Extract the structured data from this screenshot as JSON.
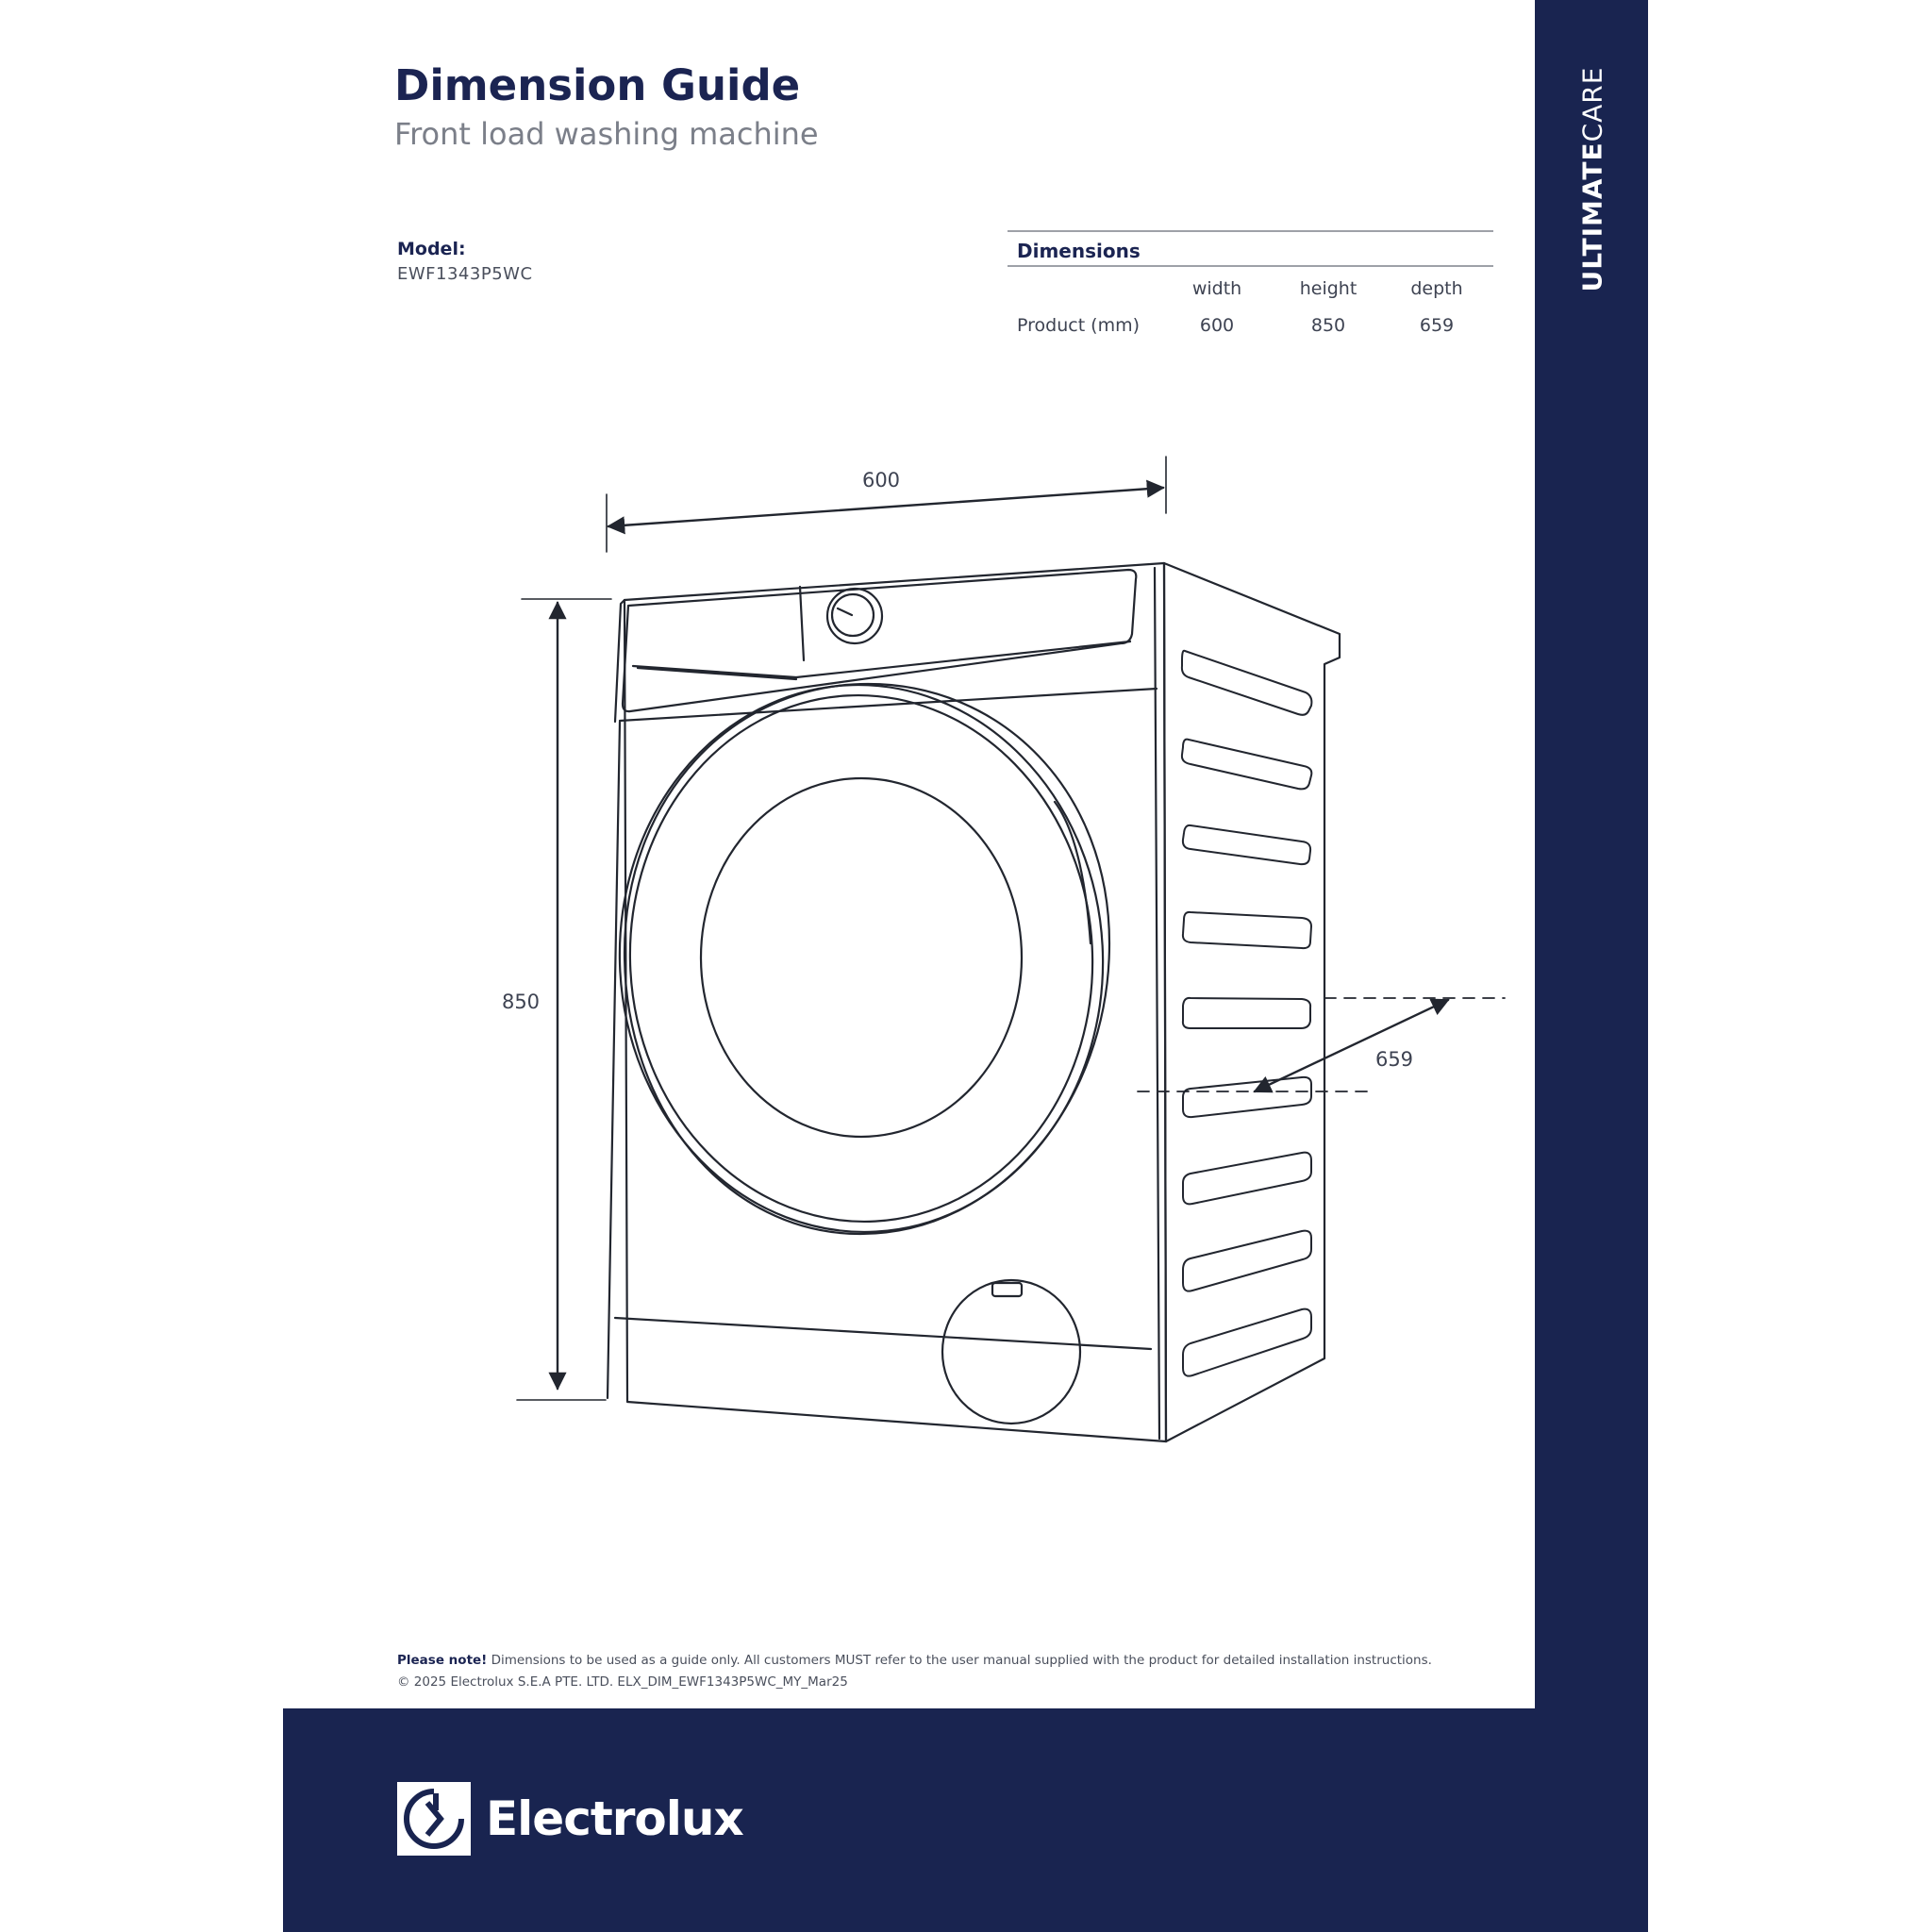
{
  "header": {
    "title": "Dimension Guide",
    "subtitle": "Front load washing machine"
  },
  "model": {
    "label": "Model:",
    "value": "EWF1343P5WC"
  },
  "dimensions_table": {
    "title": "Dimensions",
    "columns": [
      "width",
      "height",
      "depth"
    ],
    "rows": [
      {
        "label": "Product (mm)",
        "values": [
          "600",
          "850",
          "659"
        ]
      }
    ]
  },
  "drawing": {
    "width_label": "600",
    "height_label": "850",
    "depth_label": "659"
  },
  "side_band": {
    "text_strong": "ULTIMATE",
    "text_light": "CARE"
  },
  "footer": {
    "note_bold": "Please note!",
    "note_text": " Dimensions to be used as a guide only. All customers MUST refer to the user manual supplied with the product for detailed installation instructions.",
    "copyright": "© 2025 Electrolux S.E.A PTE. LTD.  ELX_DIM_EWF1343P5WC_MY_Mar25"
  },
  "brand": {
    "name": "Electrolux",
    "logo_icon": "electrolux-logo-icon",
    "color_navy": "#192450"
  }
}
